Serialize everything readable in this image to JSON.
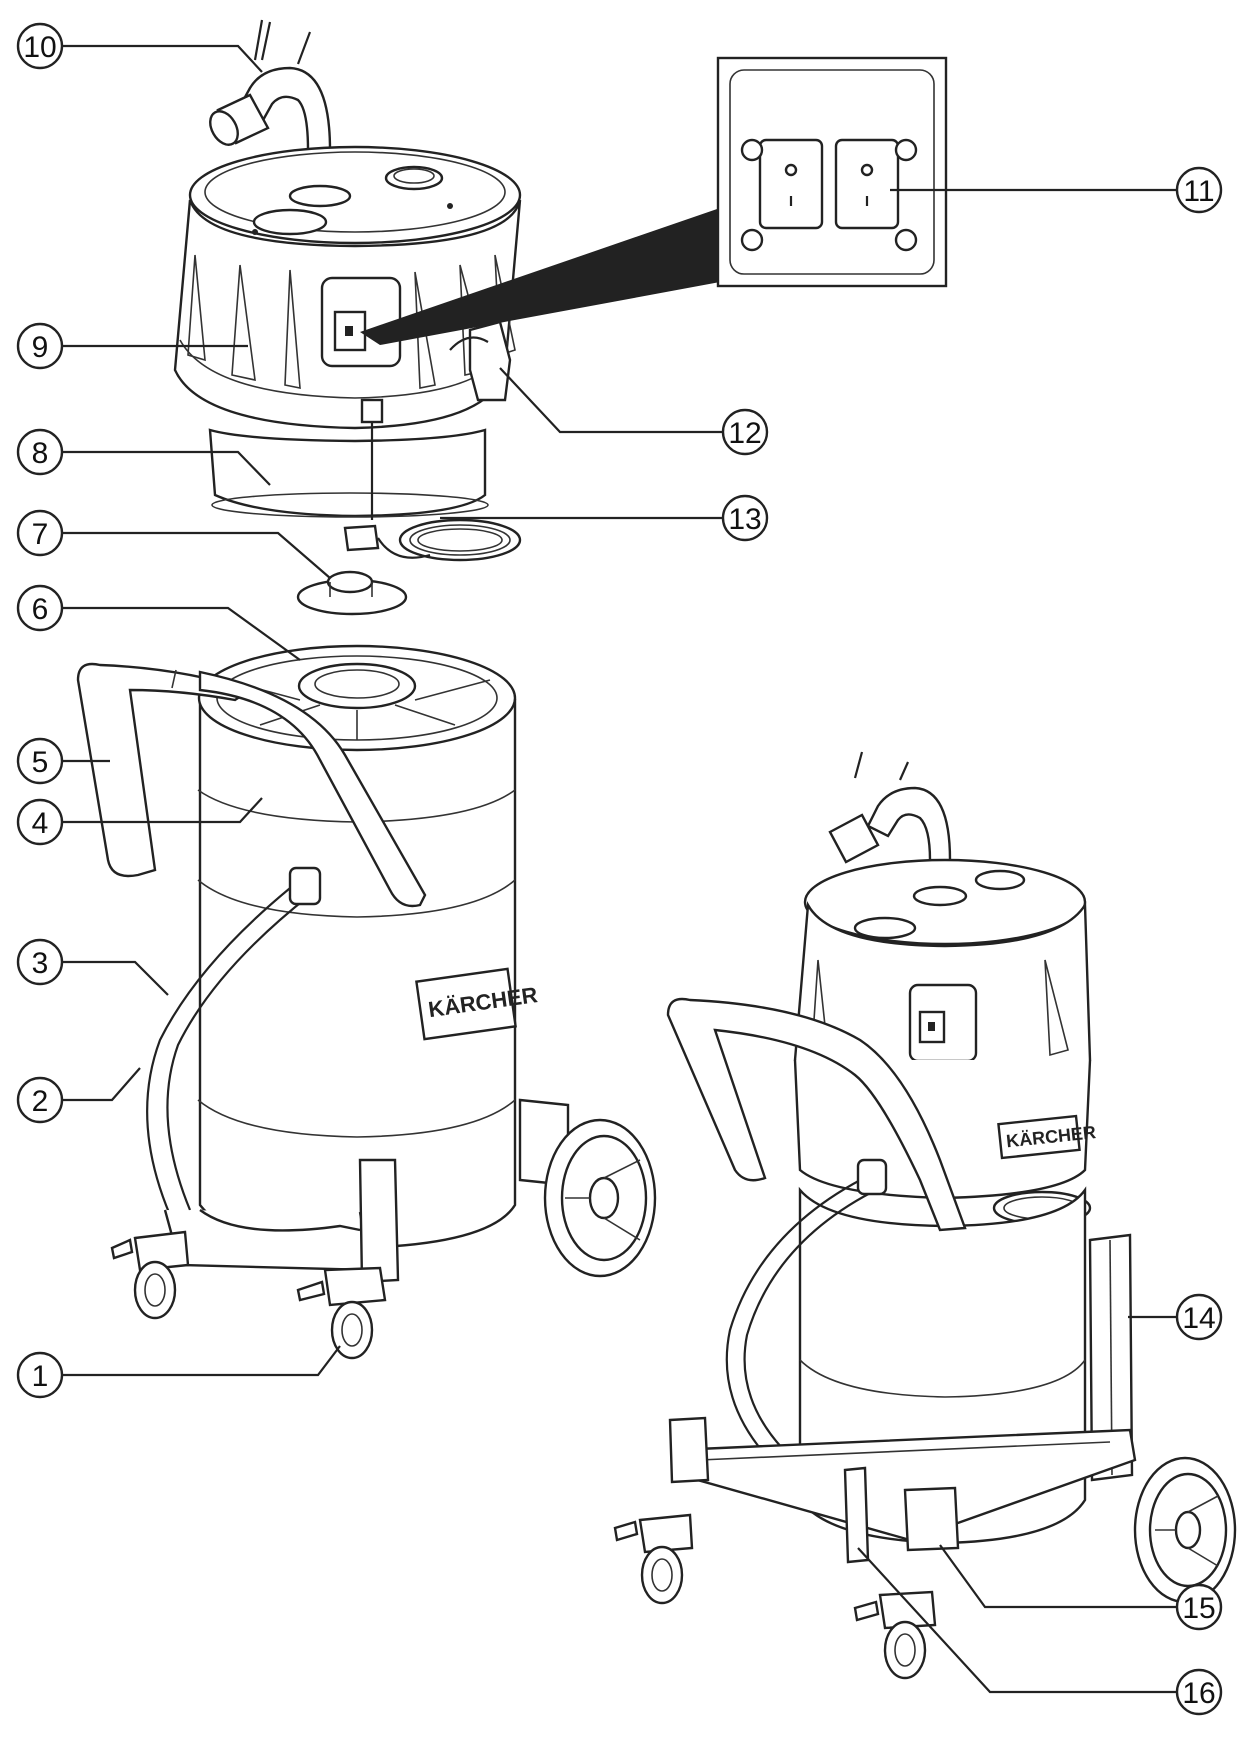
{
  "figure": {
    "brand_label": "KÄRCHER",
    "callouts": [
      {
        "id": "1",
        "label": "1"
      },
      {
        "id": "2",
        "label": "2"
      },
      {
        "id": "3",
        "label": "3"
      },
      {
        "id": "4",
        "label": "4"
      },
      {
        "id": "5",
        "label": "5"
      },
      {
        "id": "6",
        "label": "6"
      },
      {
        "id": "7",
        "label": "7"
      },
      {
        "id": "8",
        "label": "8"
      },
      {
        "id": "9",
        "label": "9"
      },
      {
        "id": "10",
        "label": "10"
      },
      {
        "id": "11",
        "label": "11"
      },
      {
        "id": "12",
        "label": "12"
      },
      {
        "id": "13",
        "label": "13"
      },
      {
        "id": "14",
        "label": "14"
      },
      {
        "id": "15",
        "label": "15"
      },
      {
        "id": "16",
        "label": "16"
      }
    ]
  }
}
